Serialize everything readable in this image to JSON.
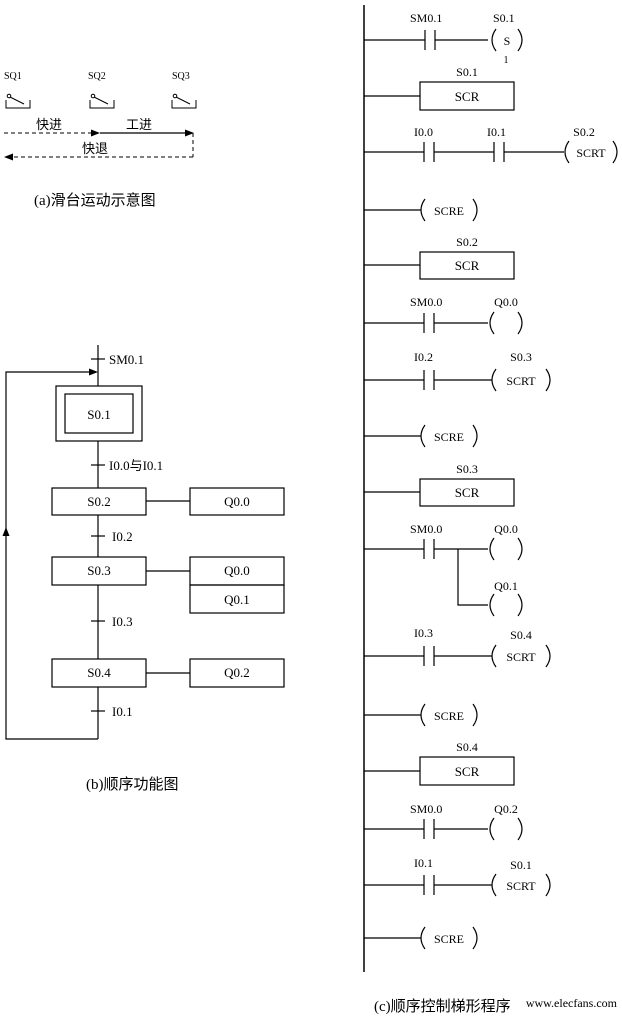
{
  "panel_a": {
    "switches": [
      "SQ1",
      "SQ2",
      "SQ3"
    ],
    "arrow_fast_forward": "快进",
    "arrow_work_forward": "工进",
    "arrow_fast_return": "快退",
    "caption": "(a)滑台运动示意图"
  },
  "panel_b": {
    "init_transition": "SM0.1",
    "init_step": "S0.1",
    "transitions": [
      "I0.0与I0.1",
      "I0.2",
      "I0.3",
      "I0.1"
    ],
    "steps": [
      "S0.2",
      "S0.3",
      "S0.4"
    ],
    "actions": [
      "Q0.0",
      "Q0.0",
      "Q0.1",
      "Q0.2"
    ],
    "caption": "(b)顺序功能图"
  },
  "panel_c": {
    "rungs": [
      {
        "contact": "SM0.1",
        "coil": "S0.1",
        "coil_fn": "S",
        "coil_n": "1"
      },
      {
        "box_label": "S0.1",
        "box_text": "SCR"
      },
      {
        "contact1": "I0.0",
        "contact2": "I0.1",
        "coil": "S0.2",
        "coil_fn": "SCRT"
      },
      {
        "coil_fn": "SCRE"
      },
      {
        "box_label": "S0.2",
        "box_text": "SCR"
      },
      {
        "contact": "SM0.0",
        "coil": "Q0.0"
      },
      {
        "contact": "I0.2",
        "coil": "S0.3",
        "coil_fn": "SCRT"
      },
      {
        "coil_fn": "SCRE"
      },
      {
        "box_label": "S0.3",
        "box_text": "SCR"
      },
      {
        "contact": "SM0.0",
        "coil": "Q0.0",
        "coil2": "Q0.1"
      },
      {
        "contact": "I0.3",
        "coil": "S0.4",
        "coil_fn": "SCRT"
      },
      {
        "coil_fn": "SCRE"
      },
      {
        "box_label": "S0.4",
        "box_text": "SCR"
      },
      {
        "contact": "SM0.0",
        "coil": "Q0.2"
      },
      {
        "contact": "I0.1",
        "coil": "S0.1",
        "coil_fn": "SCRT"
      },
      {
        "coil_fn": "SCRE"
      }
    ],
    "caption": "(c)顺序控制梯形程序"
  },
  "watermark": "www.elecfans.com"
}
